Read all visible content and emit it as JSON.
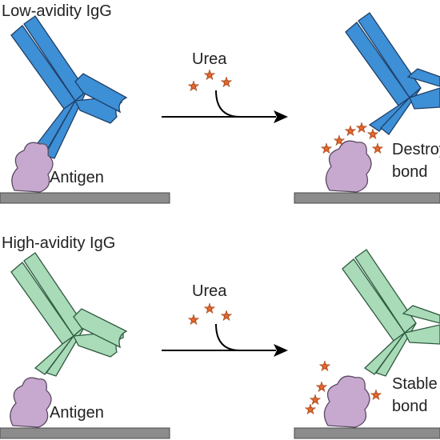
{
  "top": {
    "title": "Low-avidity IgG",
    "antigen_label": "Antigen",
    "reagent_label": "Urea",
    "result_line1": "Destroyed",
    "result_line2": "bond",
    "antibody_fill": "#3d8fd6",
    "antibody_stroke": "#1f3f66"
  },
  "bottom": {
    "title": "High-avidity IgG",
    "antigen_label": "Antigen",
    "reagent_label": "Urea",
    "result_line1": "Stable",
    "result_line2": "bond",
    "antibody_fill": "#a9dbb8",
    "antibody_stroke": "#2e5a3e"
  },
  "colors": {
    "antigen": "#c7a9cf",
    "surface": "#8c8c8c",
    "urea": "#e8682e",
    "arrow": "#000000"
  }
}
